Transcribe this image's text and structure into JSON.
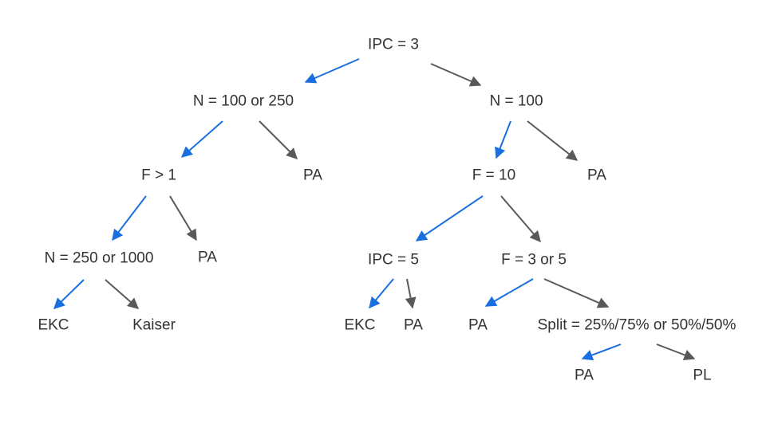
{
  "colors": {
    "yes_edge": "#1a6fe0",
    "no_edge": "#595959",
    "text": "#333333",
    "background": "#ffffff"
  },
  "nodes": {
    "root": "IPC = 3",
    "n_100_250": "N = 100 or 250",
    "n_100": "N = 100",
    "f_gt_1": "F > 1",
    "pa_1": "PA",
    "f_10": "F = 10",
    "pa_2": "PA",
    "n_250_1000": "N = 250 or 1000",
    "pa_3": "PA",
    "ipc_5": "IPC =  5",
    "f_3_5": "F = 3 or 5",
    "ekc_1": "EKC",
    "kaiser": "Kaiser",
    "ekc_2": "EKC",
    "pa_4": "PA",
    "pa_5": "PA",
    "split": "Split = 25%/75% or 50%/50%",
    "pa_6": "PA",
    "pl": "PL"
  },
  "edges": [
    {
      "from": "root",
      "to": "n_100_250",
      "type": "yes"
    },
    {
      "from": "root",
      "to": "n_100",
      "type": "no"
    },
    {
      "from": "n_100_250",
      "to": "f_gt_1",
      "type": "yes"
    },
    {
      "from": "n_100_250",
      "to": "pa_1",
      "type": "no"
    },
    {
      "from": "n_100",
      "to": "f_10",
      "type": "yes"
    },
    {
      "from": "n_100",
      "to": "pa_2",
      "type": "no"
    },
    {
      "from": "f_gt_1",
      "to": "n_250_1000",
      "type": "yes"
    },
    {
      "from": "f_gt_1",
      "to": "pa_3",
      "type": "no"
    },
    {
      "from": "f_10",
      "to": "ipc_5",
      "type": "yes"
    },
    {
      "from": "f_10",
      "to": "f_3_5",
      "type": "no"
    },
    {
      "from": "n_250_1000",
      "to": "ekc_1",
      "type": "yes"
    },
    {
      "from": "n_250_1000",
      "to": "kaiser",
      "type": "no"
    },
    {
      "from": "ipc_5",
      "to": "ekc_2",
      "type": "yes"
    },
    {
      "from": "ipc_5",
      "to": "pa_4",
      "type": "no"
    },
    {
      "from": "f_3_5",
      "to": "pa_5",
      "type": "yes"
    },
    {
      "from": "f_3_5",
      "to": "split",
      "type": "no"
    },
    {
      "from": "split",
      "to": "pa_6",
      "type": "yes"
    },
    {
      "from": "split",
      "to": "pl",
      "type": "no"
    }
  ]
}
